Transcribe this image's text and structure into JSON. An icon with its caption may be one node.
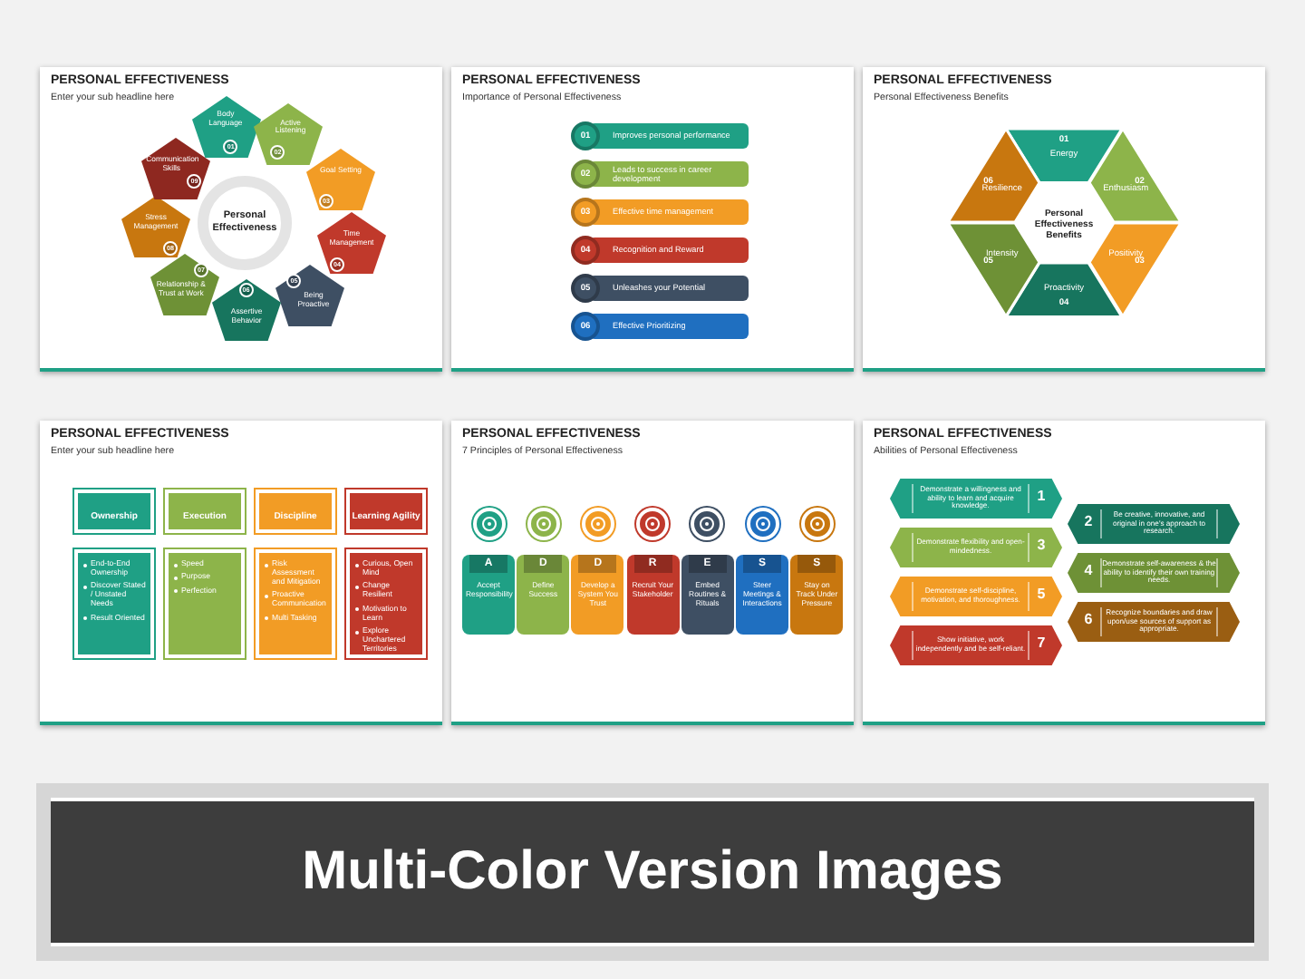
{
  "diagram": {
    "nodes": [
      {
        "text": [
          "PERSONAL EFFECTIVENESS",
          "Enter your sub headline here"
        ]
      },
      {
        "text": [
          "Personal Effectiveness"
        ],
        "in": 0
      },
      {
        "text": [
          "Body Language",
          "01"
        ],
        "in": 0
      },
      {
        "text": [
          "Active Listening",
          "02"
        ],
        "in": 0
      },
      {
        "text": [
          "Goal Setting",
          "03"
        ],
        "in": 0
      },
      {
        "text": [
          "Time Management",
          "04"
        ],
        "in": 0
      },
      {
        "text": [
          "05",
          "Being Proactive"
        ],
        "in": 0
      },
      {
        "text": [
          "06",
          "Assertive Behavior"
        ],
        "in": 0
      },
      {
        "text": [
          "07",
          "Relationship & Trust at Work"
        ],
        "in": 0
      },
      {
        "text": [
          "Stress Management",
          "08"
        ],
        "in": 0
      },
      {
        "text": [
          "Communication Skills",
          "09"
        ],
        "in": 0
      },
      {
        "text": [
          "PERSONAL EFFECTIVENESS",
          "Importance of Personal Effectiveness"
        ]
      },
      {
        "text": [
          "01",
          "Improves personal performance"
        ],
        "in": 11
      },
      {
        "text": [
          "02",
          "Leads to success in career development"
        ],
        "in": 11
      },
      {
        "text": [
          "03",
          "Effective time management"
        ],
        "in": 11
      },
      {
        "text": [
          "04",
          "Recognition and Reward"
        ],
        "in": 11
      },
      {
        "text": [
          "05",
          "Unleashes your Potential"
        ],
        "in": 11
      },
      {
        "text": [
          "06",
          "Effective Prioritizing"
        ],
        "in": 11
      },
      {
        "text": [
          "PERSONAL EFFECTIVENESS",
          "Personal Effectiveness Benefits"
        ]
      },
      {
        "text": [
          "Personal Effectiveness Benefits"
        ],
        "in": 18
      },
      {
        "text": [
          "01",
          "Energy"
        ],
        "in": 18
      },
      {
        "text": [
          "02",
          "Enthusiasm"
        ],
        "in": 18
      },
      {
        "text": [
          "Positivity",
          "03"
        ],
        "in": 18
      },
      {
        "text": [
          "Proactivity",
          "04"
        ],
        "in": 18
      },
      {
        "text": [
          "Intensity",
          "05"
        ],
        "in": 18
      },
      {
        "text": [
          "06",
          "Resilience"
        ],
        "in": 18
      },
      {
        "text": [
          "PERSONAL EFFECTIVENESS",
          "Enter your sub headline here"
        ]
      },
      {
        "text": [
          "Ownership"
        ],
        "in": 26
      },
      {
        "text": [
          "End-to-End Ownership",
          "Discover Stated / Unstated Needs",
          "Result Oriented"
        ],
        "in": 26
      },
      {
        "text": [
          "Execution"
        ],
        "in": 26
      },
      {
        "text": [
          "Speed",
          "Purpose",
          "Perfection"
        ],
        "in": 26
      },
      {
        "text": [
          "Discipline"
        ],
        "in": 26
      },
      {
        "text": [
          "Risk Assessment and Mitigation",
          "Proactive Communication",
          "Multi Tasking"
        ],
        "in": 26
      },
      {
        "text": [
          "Learning Agility"
        ],
        "in": 26
      },
      {
        "text": [
          "Curious, Open Mind",
          "Change Resilient",
          "Motivation to Learn",
          "Explore Unchartered Territories"
        ],
        "in": 26
      },
      {
        "text": [
          "PERSONAL EFFECTIVENESS",
          "7 Principles of Personal Effectiveness"
        ]
      },
      {
        "text": [
          "A",
          "Accept Responsibility"
        ],
        "in": 35
      },
      {
        "text": [
          "D",
          "Define Success"
        ],
        "in": 35
      },
      {
        "text": [
          "D",
          "Develop a System You Trust"
        ],
        "in": 35
      },
      {
        "text": [
          "R",
          "Recruit Your Stakeholder"
        ],
        "in": 35
      },
      {
        "text": [
          "E",
          "Embed Routines & Rituals"
        ],
        "in": 35
      },
      {
        "text": [
          "S",
          "Steer Meetings & Interactions"
        ],
        "in": 35
      },
      {
        "text": [
          "S",
          "Stay on Track Under Pressure"
        ],
        "in": 35
      },
      {
        "text": [
          "PERSONAL EFFECTIVENESS",
          "Abilities of Personal Effectiveness"
        ]
      },
      {
        "text": [
          "Demonstrate a willingness and ability to learn and acquire knowledge.",
          "1"
        ],
        "in": 43
      },
      {
        "text": [
          "2",
          "Be creative, innovative, and original in one's approach to research."
        ],
        "in": 43
      },
      {
        "text": [
          "Demonstrate flexibility and open-mindedness.",
          "3"
        ],
        "in": 43
      },
      {
        "text": [
          "4",
          "Demonstrate self-awareness & the ability to identify their own training needs."
        ],
        "in": 43
      },
      {
        "text": [
          "Demonstrate self-discipline, motivation, and thoroughness.",
          "5"
        ],
        "in": 43
      },
      {
        "text": [
          "6",
          "Recognize boundaries and draw upon/use sources of support as appropriate."
        ],
        "in": 43
      },
      {
        "text": [
          "Show initiative, work independently and be self-reliant.",
          "7"
        ],
        "in": 43
      },
      {
        "text": [
          "Multi-Color Version Images"
        ]
      }
    ]
  }
}
